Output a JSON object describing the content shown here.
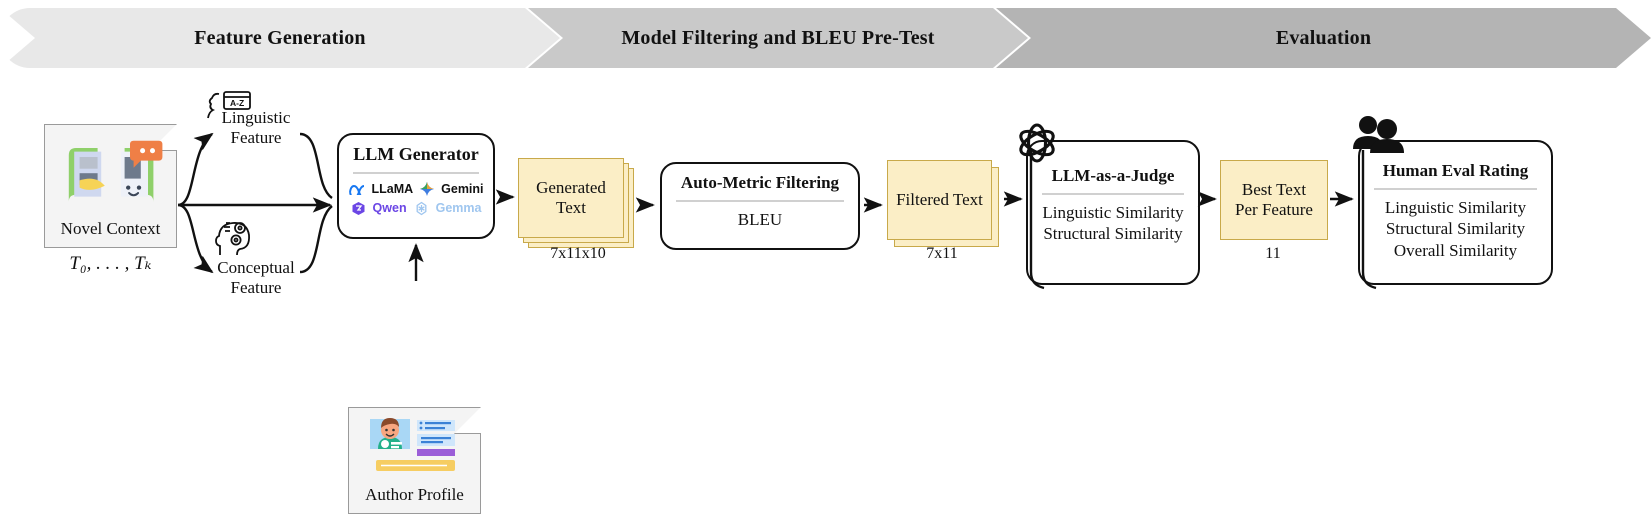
{
  "banner": {
    "stages": [
      {
        "label": "Feature Generation",
        "color": "#e8e8e8"
      },
      {
        "label": "Model Filtering and BLEU Pre-Test",
        "color": "#c9c9c9"
      },
      {
        "label": "Evaluation",
        "color": "#b4b4b4"
      }
    ]
  },
  "novel_context": {
    "caption": "Novel Context",
    "icon": "open-book-icon",
    "subscript": "T₀, . . . , Tₖ"
  },
  "features": {
    "linguistic": {
      "line1": "Linguistic",
      "line2": "Feature",
      "icon": "head-az-dictionary-icon"
    },
    "conceptual": {
      "line1": "Conceptual",
      "line2": "Feature",
      "icon": "head-gears-icon"
    }
  },
  "llm_generator": {
    "title": "LLM Generator",
    "models": [
      {
        "name": "LLaMA",
        "mark": "meta-infinity-icon"
      },
      {
        "name": "Gemini",
        "mark": "gemini-sparkle-icon"
      },
      {
        "name": "Qwen",
        "mark": "qwen-icon"
      },
      {
        "name": "Gemma",
        "mark": "gemma-icon"
      }
    ]
  },
  "author_profile": {
    "caption": "Author Profile",
    "icon": "id-card-person-icon"
  },
  "generated_text": {
    "line1": "Generated",
    "line2": "Text",
    "count": "7x11x10"
  },
  "auto_metric_filtering": {
    "title": "Auto-Metric Filtering",
    "metric": "BLEU"
  },
  "filtered_text": {
    "label": "Filtered Text",
    "count": "7x11"
  },
  "llm_as_a_judge": {
    "title": "LLM-as-a-Judge",
    "icon": "openai-logo-icon",
    "criteria": [
      "Linguistic Similarity",
      "Structural Similarity"
    ]
  },
  "best_text": {
    "line1": "Best Text",
    "line2": "Per Feature",
    "count": "11"
  },
  "human_eval_rating": {
    "title": "Human Eval Rating",
    "icon": "two-people-icon",
    "criteria": [
      "Linguistic Similarity",
      "Structural Similarity",
      "Overall Similarity"
    ]
  },
  "colors": {
    "doc_fill": "#fbeec6",
    "doc_border": "#c8a94a",
    "ink": "#111111"
  }
}
